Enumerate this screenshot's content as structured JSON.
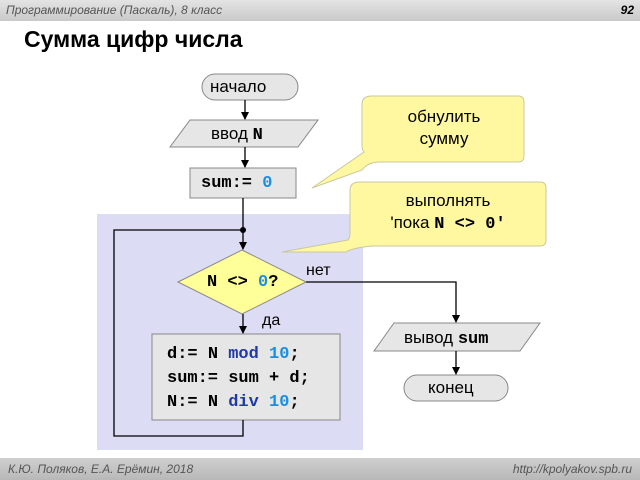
{
  "header": {
    "course": "Программирование (Паскаль), 8 класс",
    "page_number": "92"
  },
  "title": "Сумма цифр числа",
  "flow": {
    "start": "начало",
    "input_prefix": "ввод ",
    "input_var": "N",
    "init_var": "sum:=",
    "init_val": "0",
    "cond_var": "N",
    "cond_op": "<>",
    "cond_val": "0",
    "cond_q": "?",
    "no": "нет",
    "yes": "да",
    "body": {
      "line1": {
        "lhs": "d:=",
        "var": "N",
        "op": "mod",
        "num": "10",
        "end": ";"
      },
      "line2": {
        "text": "sum:= sum + d;"
      },
      "line3": {
        "lhs": "N:=",
        "var": "N",
        "op": "div",
        "num": "10",
        "end": ";"
      }
    },
    "output_prefix": "вывод ",
    "output_var": "sum",
    "end": "конец"
  },
  "callouts": {
    "reset_line1": "обнулить",
    "reset_line2": "сумму",
    "loop_line1": "выполнять",
    "loop_prefix": "'пока ",
    "loop_code": "N <> 0'"
  },
  "footer": {
    "copyright": "К.Ю. Поляков, Е.А. Ерёмин, 2018",
    "url": "http://kpolyakov.spb.ru"
  },
  "colors": {
    "block_fill": "#e6e6e6",
    "loop_area": "#dcdcf4",
    "decision_fill": "#ffff99",
    "callout_fill": "#ffff99",
    "number": "#1a8fe0",
    "keyword": "#1f3aa8"
  }
}
